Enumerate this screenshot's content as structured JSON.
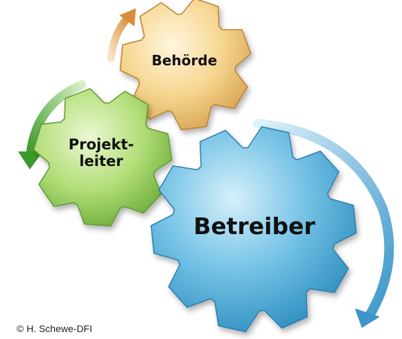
{
  "gears": {
    "behoerde": {
      "label": "Behörde",
      "color": "#f2c97a"
    },
    "projektleiter": {
      "line1": "Projekt-",
      "line2": "leiter",
      "color": "#a6d56a"
    },
    "betreiber": {
      "label": "Betreiber",
      "color": "#5ab2dc"
    }
  },
  "arrows": {
    "orange": {
      "color": "#e3a35a",
      "icon": "curved-arrow-icon"
    },
    "green": {
      "color": "#56a83a",
      "icon": "curved-arrow-icon"
    },
    "blue": {
      "color": "#5aa9d6",
      "icon": "curved-arrow-icon"
    }
  },
  "credit": "© H. Schewe-DFI"
}
